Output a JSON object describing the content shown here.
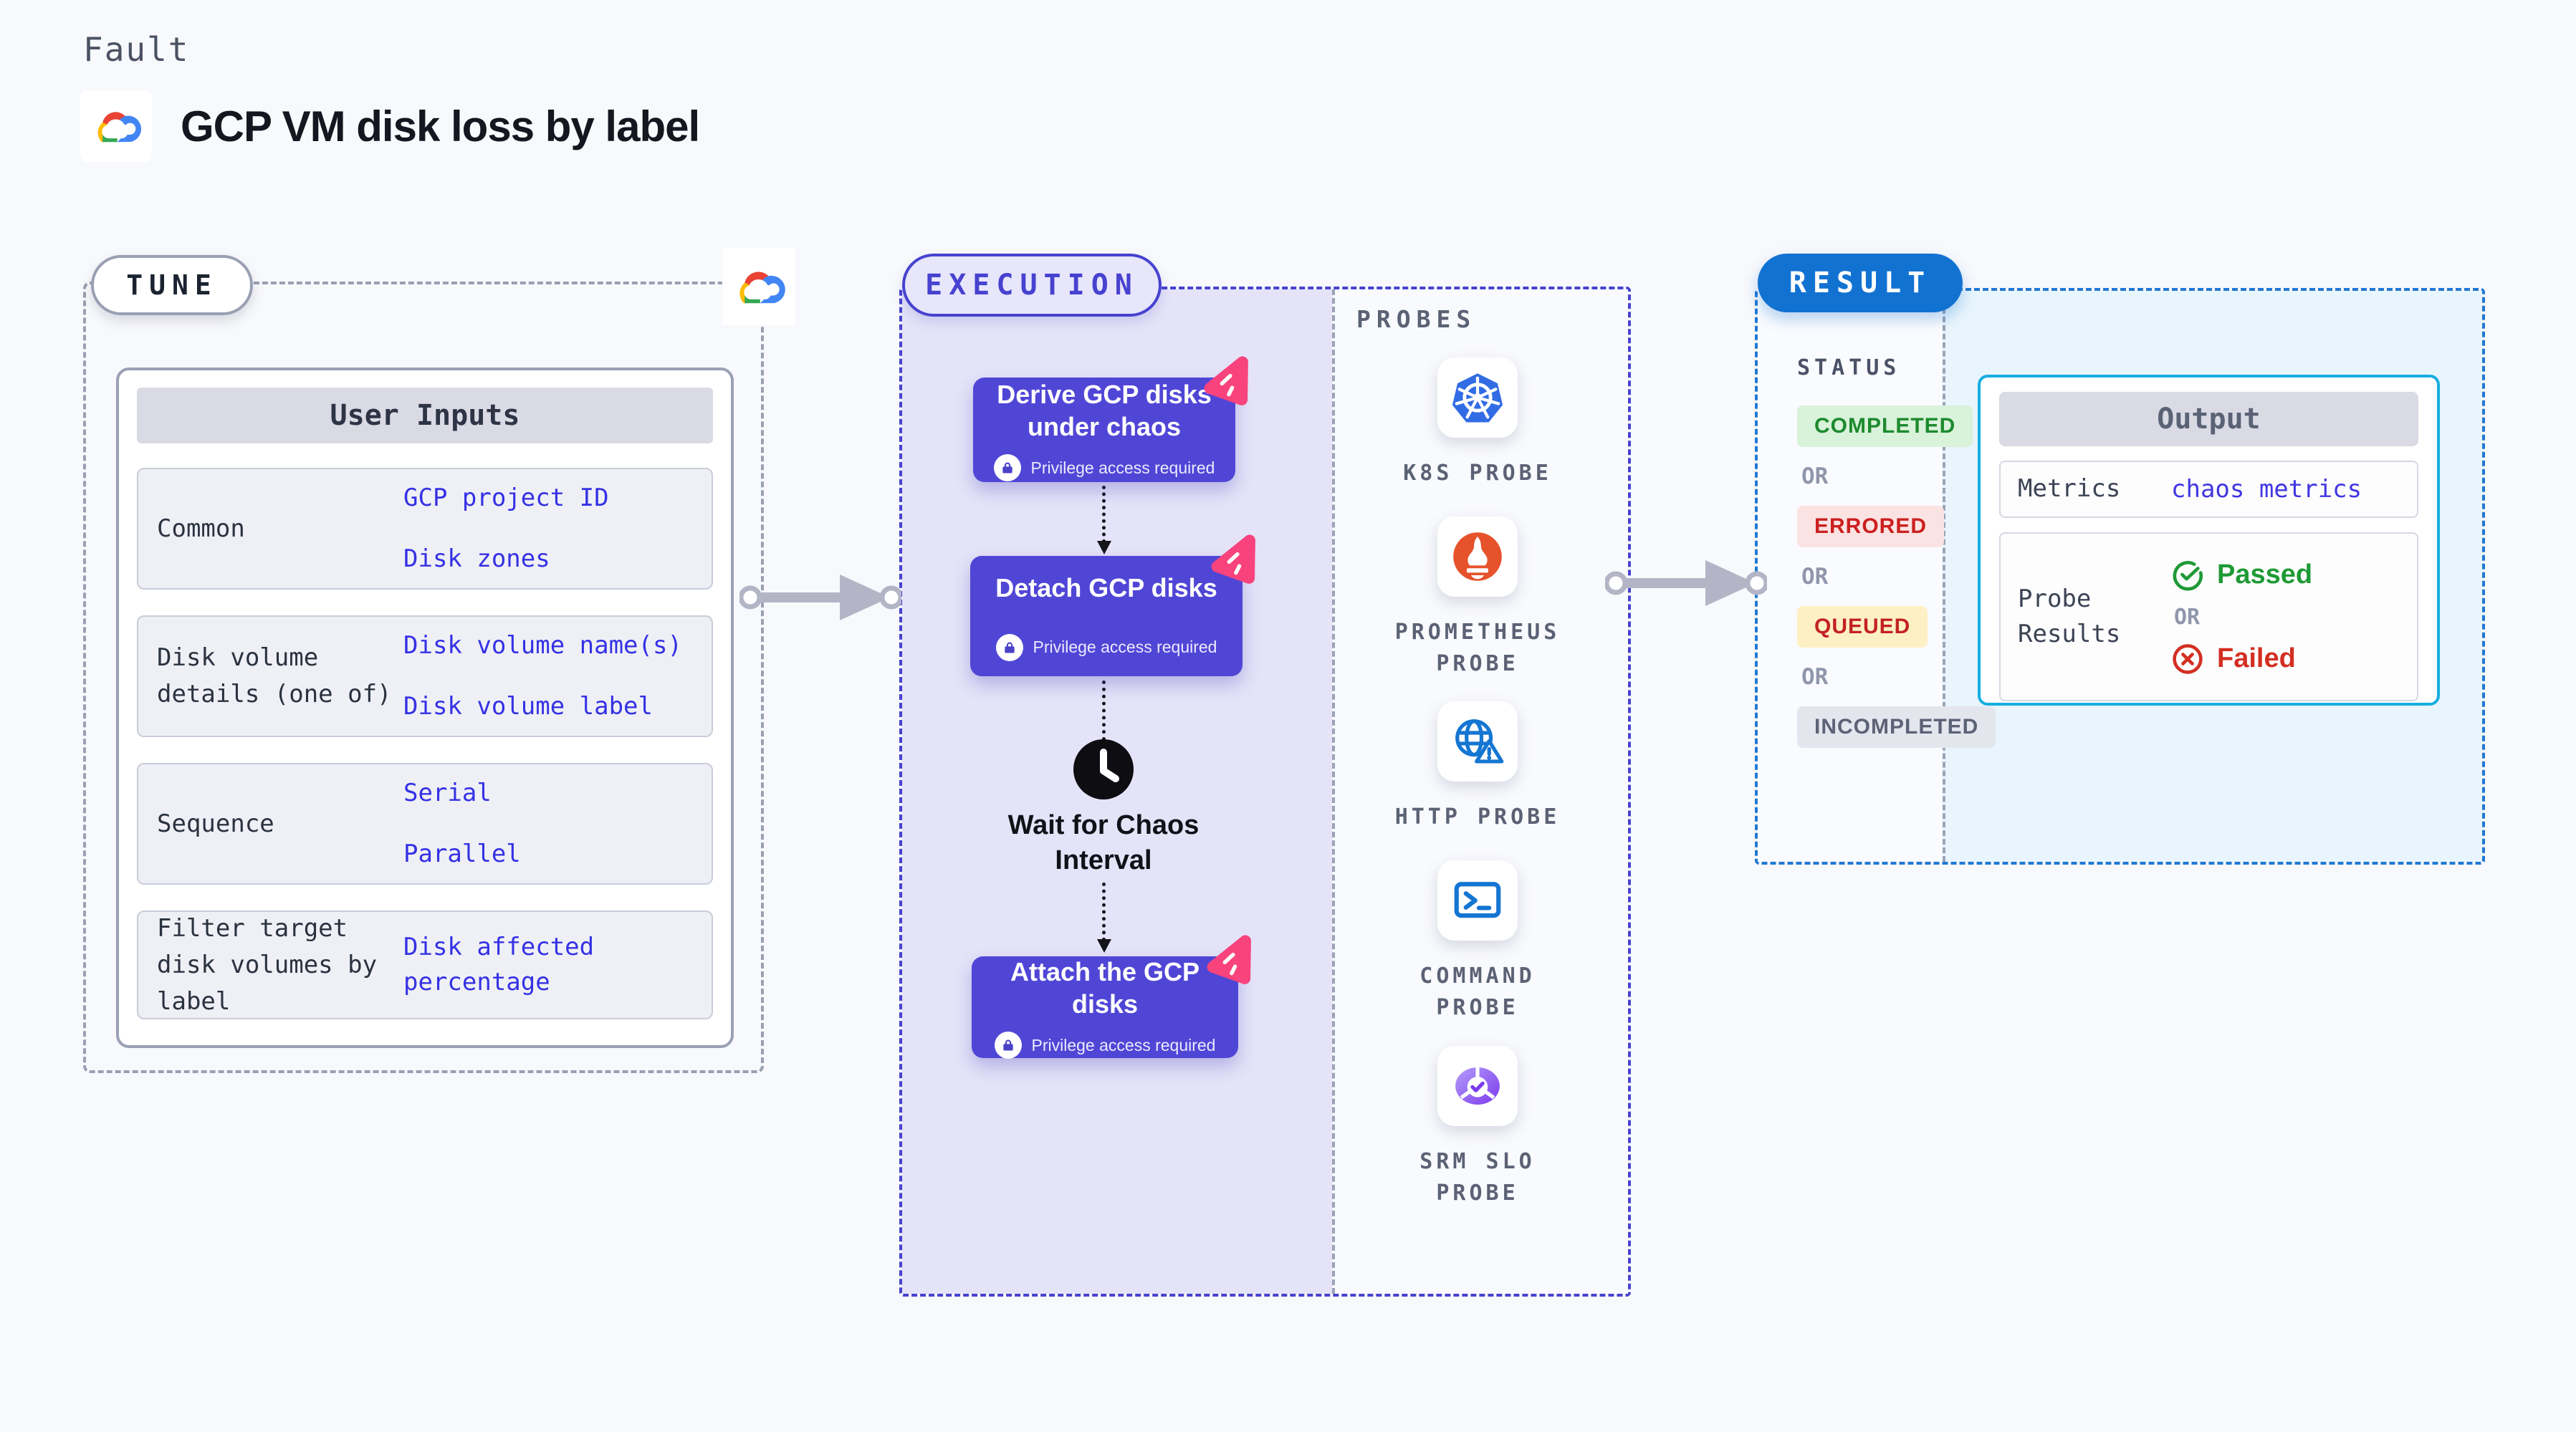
{
  "header": {
    "kicker": "Fault",
    "title": "GCP VM disk loss by label"
  },
  "tune": {
    "badge": "TUNE",
    "table": {
      "header": "User Inputs",
      "rows": [
        {
          "label": "Common",
          "values": [
            "GCP project ID",
            "Disk zones"
          ]
        },
        {
          "label": "Disk volume details (one of)",
          "values": [
            "Disk volume name(s)",
            "Disk volume label"
          ]
        },
        {
          "label": "Sequence",
          "values": [
            "Serial",
            "Parallel"
          ]
        },
        {
          "label": "Filter target disk volumes by label",
          "values": [
            "Disk affected percentage"
          ]
        }
      ]
    }
  },
  "execution": {
    "badge": "EXECUTION",
    "nodes": [
      {
        "title": "Derive GCP disks under chaos",
        "note": "Privilege access required"
      },
      {
        "title": "Detach GCP disks",
        "note": "Privilege access required"
      },
      {
        "title": "Attach the GCP disks",
        "note": "Privilege access required"
      }
    ],
    "wait_label": "Wait for Chaos Interval"
  },
  "probes": {
    "heading": "PROBES",
    "items": [
      {
        "label": "K8S PROBE",
        "icon": "kubernetes-icon"
      },
      {
        "label": "PROMETHEUS PROBE",
        "icon": "prometheus-icon"
      },
      {
        "label": "HTTP PROBE",
        "icon": "globe-warning-icon"
      },
      {
        "label": "COMMAND PROBE",
        "icon": "terminal-icon"
      },
      {
        "label": "SRM SLO PROBE",
        "icon": "slo-donut-icon"
      }
    ]
  },
  "result": {
    "badge": "RESULT",
    "status_heading": "STATUS",
    "or_label": "OR",
    "statuses": [
      {
        "label": "COMPLETED",
        "bg": "#d9f2da",
        "color": "#1d8a2e"
      },
      {
        "label": "ERRORED",
        "bg": "#fbe3e3",
        "color": "#cc1f1f"
      },
      {
        "label": "QUEUED",
        "bg": "#fdf0c5",
        "color": "#c32222"
      },
      {
        "label": "INCOMPLETED",
        "bg": "#e4e6ee",
        "color": "#5c6377"
      }
    ],
    "output": {
      "header": "Output",
      "metrics_label": "Metrics",
      "metrics_value": "chaos metrics",
      "probe_results_label": "Probe Results",
      "passed_label": "Passed",
      "failed_label": "Failed"
    }
  },
  "colors": {
    "background": "#f8f9fc",
    "indigo_accent": "#4742cf",
    "node_background": "#5046d6",
    "execution_panel": "#e4e3f8",
    "result_blue": "#1272d2",
    "output_border": "#16aee0",
    "value_blue": "#3531e4",
    "success_green": "#1f9a35",
    "error_red": "#d32f22",
    "chaos_pink": "#f8437d",
    "arrow_gray": "#b3b5c6"
  }
}
